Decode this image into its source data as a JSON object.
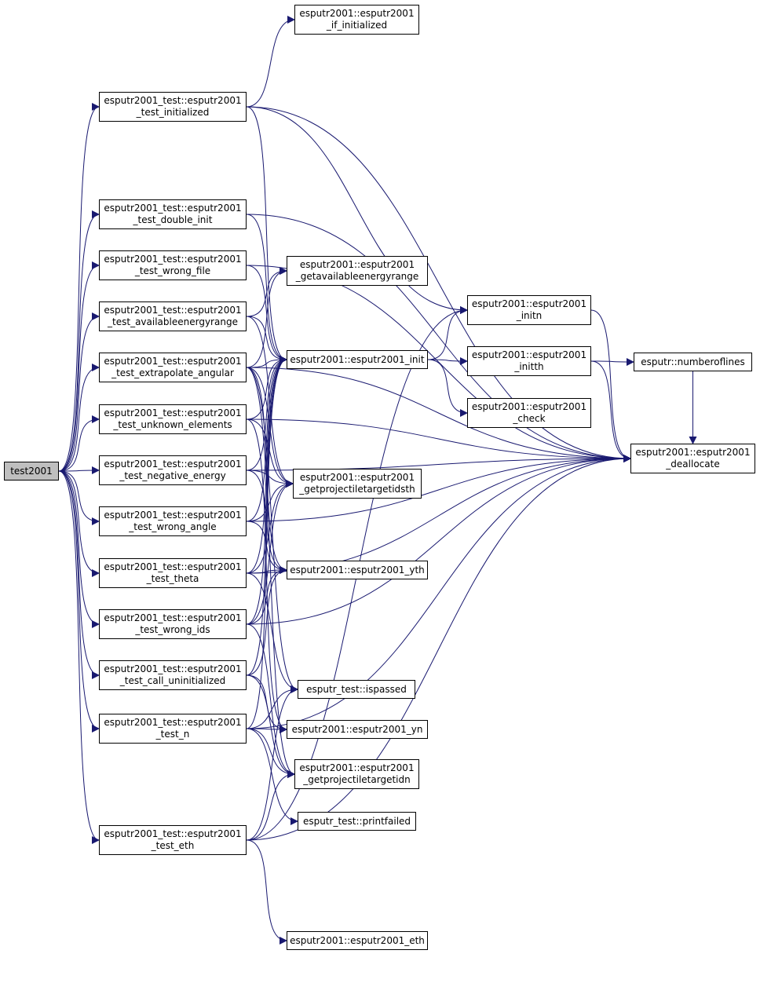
{
  "colors": {
    "edge": "#191970",
    "root_fill": "#bfbfbf",
    "node_fill": "#ffffff",
    "node_border": "#000000"
  },
  "nodes": {
    "test2001": [
      "test2001"
    ],
    "test_initialized": [
      "esputr2001_test::esputr2001",
      "_test_initialized"
    ],
    "test_double_init": [
      "esputr2001_test::esputr2001",
      "_test_double_init"
    ],
    "test_wrong_file": [
      "esputr2001_test::esputr2001",
      "_test_wrong_file"
    ],
    "test_availableenergyrange": [
      "esputr2001_test::esputr2001",
      "_test_availableenergyrange"
    ],
    "test_extrapolate_angular": [
      "esputr2001_test::esputr2001",
      "_test_extrapolate_angular"
    ],
    "test_unknown_elements": [
      "esputr2001_test::esputr2001",
      "_test_unknown_elements"
    ],
    "test_negative_energy": [
      "esputr2001_test::esputr2001",
      "_test_negative_energy"
    ],
    "test_wrong_angle": [
      "esputr2001_test::esputr2001",
      "_test_wrong_angle"
    ],
    "test_theta": [
      "esputr2001_test::esputr2001",
      "_test_theta"
    ],
    "test_wrong_ids": [
      "esputr2001_test::esputr2001",
      "_test_wrong_ids"
    ],
    "test_call_uninitialized": [
      "esputr2001_test::esputr2001",
      "_test_call_uninitialized"
    ],
    "test_n": [
      "esputr2001_test::esputr2001",
      "_test_n"
    ],
    "test_eth": [
      "esputr2001_test::esputr2001",
      "_test_eth"
    ],
    "if_initialized": [
      "esputr2001::esputr2001",
      "_if_initialized"
    ],
    "getavailableenergyrange": [
      "esputr2001::esputr2001",
      "_getavailableenergyrange"
    ],
    "init": [
      "esputr2001::esputr2001_init"
    ],
    "getprojectiletargetidsth": [
      "esputr2001::esputr2001",
      "_getprojectiletargetidsth"
    ],
    "yth": [
      "esputr2001::esputr2001_yth"
    ],
    "ispassed": [
      "esputr_test::ispassed"
    ],
    "yn": [
      "esputr2001::esputr2001_yn"
    ],
    "getprojectiletargetidn": [
      "esputr2001::esputr2001",
      "_getprojectiletargetidn"
    ],
    "printfailed": [
      "esputr_test::printfailed"
    ],
    "eth": [
      "esputr2001::esputr2001_eth"
    ],
    "initn": [
      "esputr2001::esputr2001",
      "_initn"
    ],
    "initth": [
      "esputr2001::esputr2001",
      "_initth"
    ],
    "check": [
      "esputr2001::esputr2001",
      "_check"
    ],
    "numberoflines": [
      "esputr::numberoflines"
    ],
    "deallocate": [
      "esputr2001::esputr2001",
      "_deallocate"
    ]
  },
  "edges": [
    [
      "test2001",
      "test_initialized"
    ],
    [
      "test2001",
      "test_double_init"
    ],
    [
      "test2001",
      "test_wrong_file"
    ],
    [
      "test2001",
      "test_availableenergyrange"
    ],
    [
      "test2001",
      "test_extrapolate_angular"
    ],
    [
      "test2001",
      "test_unknown_elements"
    ],
    [
      "test2001",
      "test_negative_energy"
    ],
    [
      "test2001",
      "test_wrong_angle"
    ],
    [
      "test2001",
      "test_theta"
    ],
    [
      "test2001",
      "test_wrong_ids"
    ],
    [
      "test2001",
      "test_call_uninitialized"
    ],
    [
      "test2001",
      "test_n"
    ],
    [
      "test2001",
      "test_eth"
    ],
    [
      "test_initialized",
      "if_initialized"
    ],
    [
      "test_initialized",
      "deallocate"
    ],
    [
      "test_initialized",
      "init"
    ],
    [
      "test_initialized",
      "initn"
    ],
    [
      "test_double_init",
      "deallocate"
    ],
    [
      "test_double_init",
      "init"
    ],
    [
      "test_wrong_file",
      "deallocate"
    ],
    [
      "test_wrong_file",
      "init"
    ],
    [
      "test_availableenergyrange",
      "getavailableenergyrange"
    ],
    [
      "test_availableenergyrange",
      "init"
    ],
    [
      "test_availableenergyrange",
      "getprojectiletargetidsth"
    ],
    [
      "test_extrapolate_angular",
      "getavailableenergyrange"
    ],
    [
      "test_extrapolate_angular",
      "init"
    ],
    [
      "test_extrapolate_angular",
      "getprojectiletargetidsth"
    ],
    [
      "test_extrapolate_angular",
      "yth"
    ],
    [
      "test_extrapolate_angular",
      "ispassed"
    ],
    [
      "test_extrapolate_angular",
      "getprojectiletargetidn"
    ],
    [
      "test_extrapolate_angular",
      "deallocate"
    ],
    [
      "test_unknown_elements",
      "init"
    ],
    [
      "test_unknown_elements",
      "deallocate"
    ],
    [
      "test_unknown_elements",
      "getprojectiletargetidsth"
    ],
    [
      "test_unknown_elements",
      "yn"
    ],
    [
      "test_negative_energy",
      "init"
    ],
    [
      "test_negative_energy",
      "getprojectiletargetidsth"
    ],
    [
      "test_negative_energy",
      "deallocate"
    ],
    [
      "test_negative_energy",
      "yth"
    ],
    [
      "test_wrong_angle",
      "init"
    ],
    [
      "test_wrong_angle",
      "deallocate"
    ],
    [
      "test_wrong_angle",
      "yth"
    ],
    [
      "test_wrong_angle",
      "getprojectiletargetidsth"
    ],
    [
      "test_theta",
      "init"
    ],
    [
      "test_theta",
      "yth"
    ],
    [
      "test_theta",
      "deallocate"
    ],
    [
      "test_theta",
      "ispassed"
    ],
    [
      "test_theta",
      "getprojectiletargetidsth"
    ],
    [
      "test_wrong_ids",
      "init"
    ],
    [
      "test_wrong_ids",
      "getprojectiletargetidsth"
    ],
    [
      "test_wrong_ids",
      "yth"
    ],
    [
      "test_wrong_ids",
      "deallocate"
    ],
    [
      "test_wrong_ids",
      "getprojectiletargetidn"
    ],
    [
      "test_call_uninitialized",
      "yth"
    ],
    [
      "test_call_uninitialized",
      "yn"
    ],
    [
      "test_call_uninitialized",
      "init"
    ],
    [
      "test_call_uninitialized",
      "getprojectiletargetidn"
    ],
    [
      "test_n",
      "init"
    ],
    [
      "test_n",
      "getprojectiletargetidn"
    ],
    [
      "test_n",
      "yn"
    ],
    [
      "test_n",
      "ispassed"
    ],
    [
      "test_n",
      "printfailed"
    ],
    [
      "test_n",
      "deallocate"
    ],
    [
      "test_eth",
      "ispassed"
    ],
    [
      "test_eth",
      "getprojectiletargetidn"
    ],
    [
      "test_eth",
      "eth"
    ],
    [
      "test_eth",
      "initn"
    ],
    [
      "test_eth",
      "deallocate"
    ],
    [
      "init",
      "initn"
    ],
    [
      "init",
      "initth"
    ],
    [
      "init",
      "check"
    ],
    [
      "initn",
      "deallocate"
    ],
    [
      "initth",
      "numberoflines"
    ],
    [
      "initth",
      "deallocate"
    ],
    [
      "numberoflines",
      "deallocate"
    ]
  ]
}
